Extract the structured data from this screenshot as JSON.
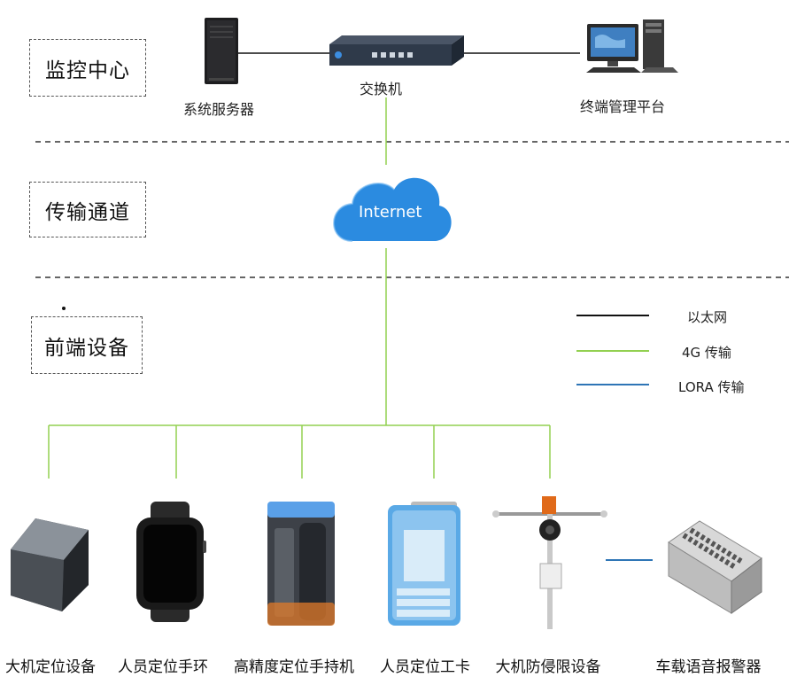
{
  "zones": {
    "monitor_center": "监控中心",
    "transmission": "传输通道",
    "frontend": "前端设备"
  },
  "center_nodes": {
    "server": "系统服务器",
    "switch": "交换机",
    "terminal": "终端管理平台"
  },
  "cloud": {
    "label": "Internet"
  },
  "legend": [
    {
      "label": "以太网",
      "color": "#111111"
    },
    {
      "label": "4G 传输",
      "color": "#92d050"
    },
    {
      "label": "LORA 传输",
      "color": "#2e75b6"
    }
  ],
  "devices": [
    {
      "label": "大机定位设备",
      "icon": "box-device-icon"
    },
    {
      "label": "人员定位手环",
      "icon": "smart-watch-icon"
    },
    {
      "label": "高精度定位手持机",
      "icon": "handheld-terminal-icon"
    },
    {
      "label": "人员定位工卡",
      "icon": "id-badge-icon"
    },
    {
      "label": "大机防侵限设备",
      "icon": "pole-sensor-icon"
    },
    {
      "label": "车载语音报警器",
      "icon": "vehicle-alarm-icon"
    }
  ],
  "colors": {
    "ethernet": "#111111",
    "fourG": "#92d050",
    "lora": "#2e75b6",
    "cloud": "#2b8be0"
  }
}
